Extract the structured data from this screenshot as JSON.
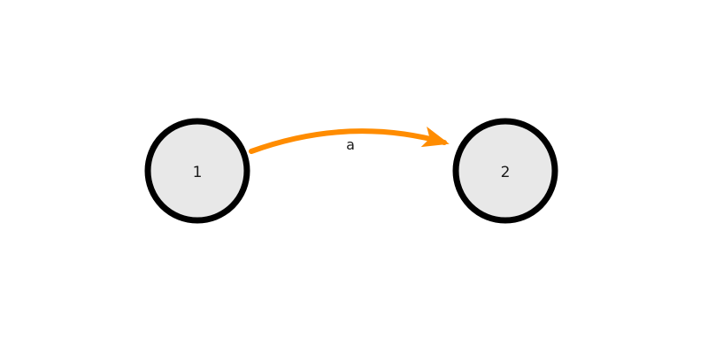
{
  "diagram": {
    "type": "state-graph",
    "background_color": "#ffffff",
    "nodes": [
      {
        "id": "1",
        "label": "1"
      },
      {
        "id": "2",
        "label": "2"
      }
    ],
    "edges": [
      {
        "from": "1",
        "to": "2",
        "label": "a",
        "direction": "left-to-right",
        "shape": "curved-up"
      }
    ],
    "colors": {
      "node_fill": "#e8e8e8",
      "node_stroke": "#000000",
      "edge": "#ff8c00",
      "text": "#1a1a1a"
    },
    "style": {
      "node_stroke_width": 7,
      "edge_stroke_width": 6
    }
  }
}
